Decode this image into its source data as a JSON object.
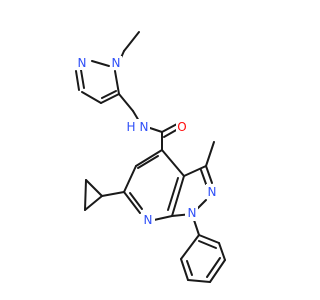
{
  "atoms": {
    "n_top1": {
      "text": "N",
      "color": "#3050f8"
    },
    "n_top2": {
      "text": "N",
      "color": "#3050f8"
    },
    "amide_n": {
      "text": "N",
      "color": "#3050f8"
    },
    "amide_h": {
      "text": "H",
      "color": "#3050f8"
    },
    "amide_o": {
      "text": "O",
      "color": "#ff0d0d"
    },
    "ring_n2": {
      "text": "N",
      "color": "#3050f8"
    },
    "ring_n7": {
      "text": "N",
      "color": "#3050f8"
    },
    "ring_n1": {
      "text": "N",
      "color": "#3050f8"
    }
  },
  "colors": {
    "bond": "#1a1a1a",
    "background": "#ffffff"
  }
}
